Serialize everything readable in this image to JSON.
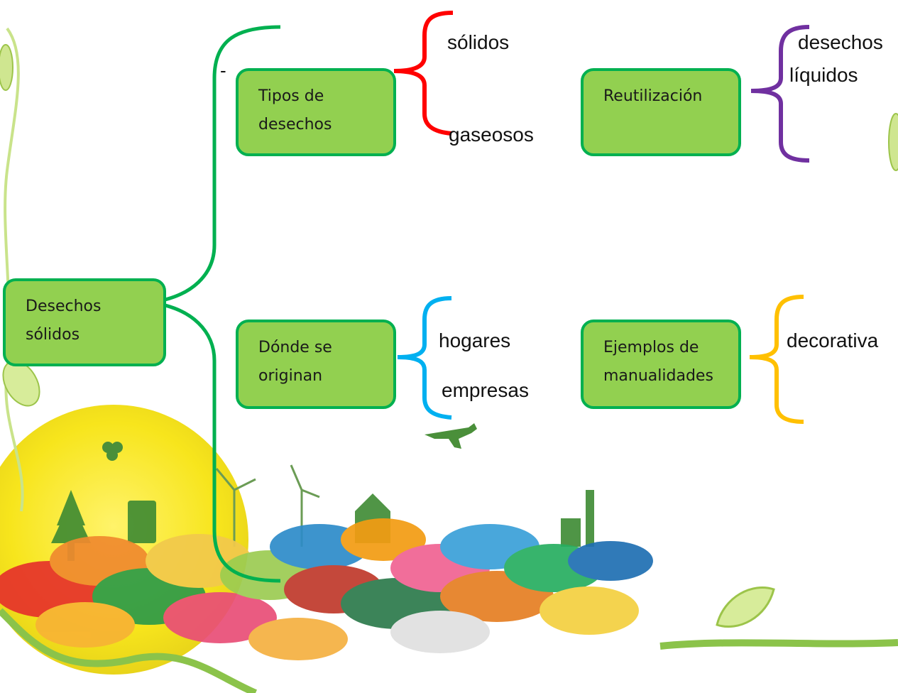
{
  "root": {
    "line1": "Desechos",
    "line2": "sólidos"
  },
  "nodes": {
    "tipos": {
      "line1": "Tipos de",
      "line2": "desechos"
    },
    "reutilizacion": {
      "line1": "Reutilización"
    },
    "donde": {
      "line1": "Dónde se",
      "line2": "originan"
    },
    "ejemplos": {
      "line1": "Ejemplos de",
      "line2": "manualidades"
    }
  },
  "leaves": {
    "solidos": "sólidos",
    "gaseosos": "gaseosos",
    "desechos": "desechos",
    "liquidos": "líquidos",
    "hogares": "hogares",
    "empresas": "empresas",
    "decorativa": "decorativa"
  },
  "stray_mark": "-",
  "colors": {
    "box_fill": "#92d050",
    "box_border": "#00b050",
    "main_bracket": "#00b050",
    "red_bracket": "#ff0000",
    "purple_bracket": "#7030a0",
    "blue_bracket": "#00b0f0",
    "yellow_bracket": "#ffc000"
  }
}
